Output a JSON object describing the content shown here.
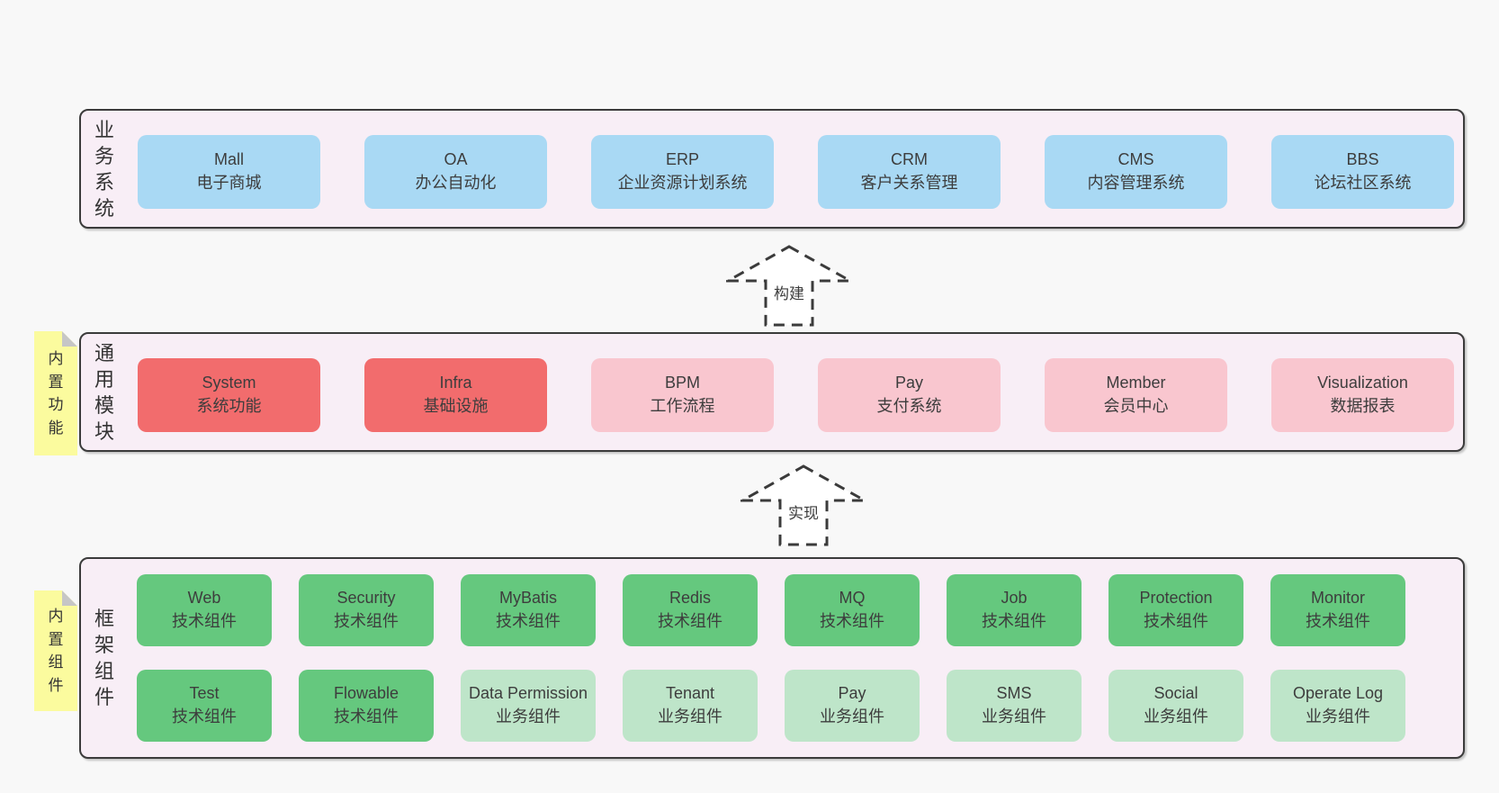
{
  "diagram": {
    "colors": {
      "business_system_box": "#a9d9f4",
      "core_module_box": "#f26c6d",
      "optional_module_box": "#f9c6cf",
      "tech_component_box": "#65c87e",
      "biz_component_box": "#bee5c9",
      "layer_background": "#f8eef6",
      "layer_border": "#3b3b3b",
      "sticky_note_background": "#fbfb9e",
      "page_background": "#f8f8f8"
    },
    "arrows": [
      {
        "label": "构建"
      },
      {
        "label": "实现"
      }
    ],
    "layers": [
      {
        "label": "业务系统",
        "rows": [
          [
            {
              "name": "Mall",
              "desc": "电子商城",
              "color": "blue"
            },
            {
              "name": "OA",
              "desc": "办公自动化",
              "color": "blue"
            },
            {
              "name": "ERP",
              "desc": "企业资源计划系统",
              "color": "blue"
            },
            {
              "name": "CRM",
              "desc": "客户关系管理",
              "color": "blue"
            },
            {
              "name": "CMS",
              "desc": "内容管理系统",
              "color": "blue"
            },
            {
              "name": "BBS",
              "desc": "论坛社区系统",
              "color": "blue"
            }
          ]
        ]
      },
      {
        "label": "通用模块",
        "note": "内置功能",
        "rows": [
          [
            {
              "name": "System",
              "desc": "系统功能",
              "color": "red"
            },
            {
              "name": "Infra",
              "desc": "基础设施",
              "color": "red"
            },
            {
              "name": "BPM",
              "desc": "工作流程",
              "color": "pink"
            },
            {
              "name": "Pay",
              "desc": "支付系统",
              "color": "pink"
            },
            {
              "name": "Member",
              "desc": "会员中心",
              "color": "pink"
            },
            {
              "name": "Visualization",
              "desc": "数据报表",
              "color": "pink"
            }
          ]
        ]
      },
      {
        "label": "框架组件",
        "note": "内置组件",
        "rows": [
          [
            {
              "name": "Web",
              "desc": "技术组件",
              "color": "green"
            },
            {
              "name": "Security",
              "desc": "技术组件",
              "color": "green"
            },
            {
              "name": "MyBatis",
              "desc": "技术组件",
              "color": "green"
            },
            {
              "name": "Redis",
              "desc": "技术组件",
              "color": "green"
            },
            {
              "name": "MQ",
              "desc": "技术组件",
              "color": "green"
            },
            {
              "name": "Job",
              "desc": "技术组件",
              "color": "green"
            },
            {
              "name": "Protection",
              "desc": "技术组件",
              "color": "green"
            },
            {
              "name": "Monitor",
              "desc": "技术组件",
              "color": "green"
            }
          ],
          [
            {
              "name": "Test",
              "desc": "技术组件",
              "color": "green"
            },
            {
              "name": "Flowable",
              "desc": "技术组件",
              "color": "green"
            },
            {
              "name": "Data Permission",
              "desc": "业务组件",
              "color": "lightgreen"
            },
            {
              "name": "Tenant",
              "desc": "业务组件",
              "color": "lightgreen"
            },
            {
              "name": "Pay",
              "desc": "业务组件",
              "color": "lightgreen"
            },
            {
              "name": "SMS",
              "desc": "业务组件",
              "color": "lightgreen"
            },
            {
              "name": "Social",
              "desc": "业务组件",
              "color": "lightgreen"
            },
            {
              "name": "Operate Log",
              "desc": "业务组件",
              "color": "lightgreen"
            }
          ]
        ]
      }
    ]
  }
}
